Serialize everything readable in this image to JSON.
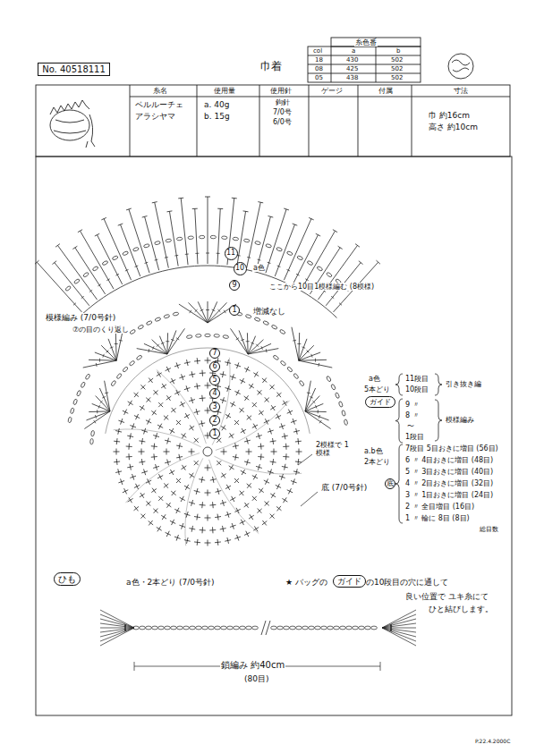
{
  "diagram": {
    "title": "巾着",
    "nodes": [
      {
        "text": [
          "No. 40518111"
        ]
      },
      {
        "text": [
          "ガイド"
        ]
      },
      {
        "text": [
          "底"
        ]
      },
      {
        "text": [
          "ひも"
        ]
      },
      {
        "text": [
          "ガイド"
        ]
      },
      {
        "text": [
          "11"
        ]
      },
      {
        "text": [
          "10"
        ]
      },
      {
        "text": [
          "9"
        ]
      },
      {
        "text": [
          "1"
        ]
      },
      {
        "text": [
          "7"
        ]
      },
      {
        "text": [
          "6"
        ]
      },
      {
        "text": [
          "5"
        ]
      },
      {
        "text": [
          "4"
        ]
      },
      {
        "text": [
          "3"
        ]
      },
      {
        "text": [
          "2"
        ]
      },
      {
        "text": [
          "1"
        ]
      }
    ],
    "labels": [
      "糸色番",
      "col",
      "a",
      "b",
      "18",
      "430",
      "502",
      "08",
      "425",
      "502",
      "05",
      "438",
      "502",
      "糸名",
      "使用量",
      "使用針",
      "ゲージ",
      "付属",
      "寸法",
      "ベルルーチェ",
      "アラシヤマ",
      "a. 40g",
      "b. 15g",
      "鉤針",
      "7/0号",
      "6/0号",
      "巾 約16cm",
      "高さ 約10cm",
      "模様編み (7/0号針)",
      "⑦の目のくり返し",
      "増減なし",
      "ここから10目1模様編む (8模様)",
      "a色",
      "2模様で 1模様",
      "底 (7/0号針)",
      "a色",
      "5本どり",
      "11段目",
      "10段目",
      "引き抜き編",
      "9 〃",
      "8 〃",
      "〜",
      "1段目",
      "模様編み",
      "a.b色",
      "2本どり",
      "7段目 5目おきに増目 (56目)",
      "6 〃 4目おきに増目 (48目)",
      "5 〃 3目おきに増目 (40目)",
      "4 〃 2目おきに増目 (32目)",
      "3 〃 1目おきに増目 (24目)",
      "2 〃 全目増目 (16目)",
      "1 〃 輪に 8目 (8目)",
      "総目数",
      "a色・2本どり (7/0号針)",
      "★ バッグの",
      "の10段目の穴に通して",
      "良い位置で ユキ糸にて",
      "ひと結びします。",
      "鎖編み 約40cm",
      "(80目)",
      "P.22.4.2000C"
    ]
  }
}
